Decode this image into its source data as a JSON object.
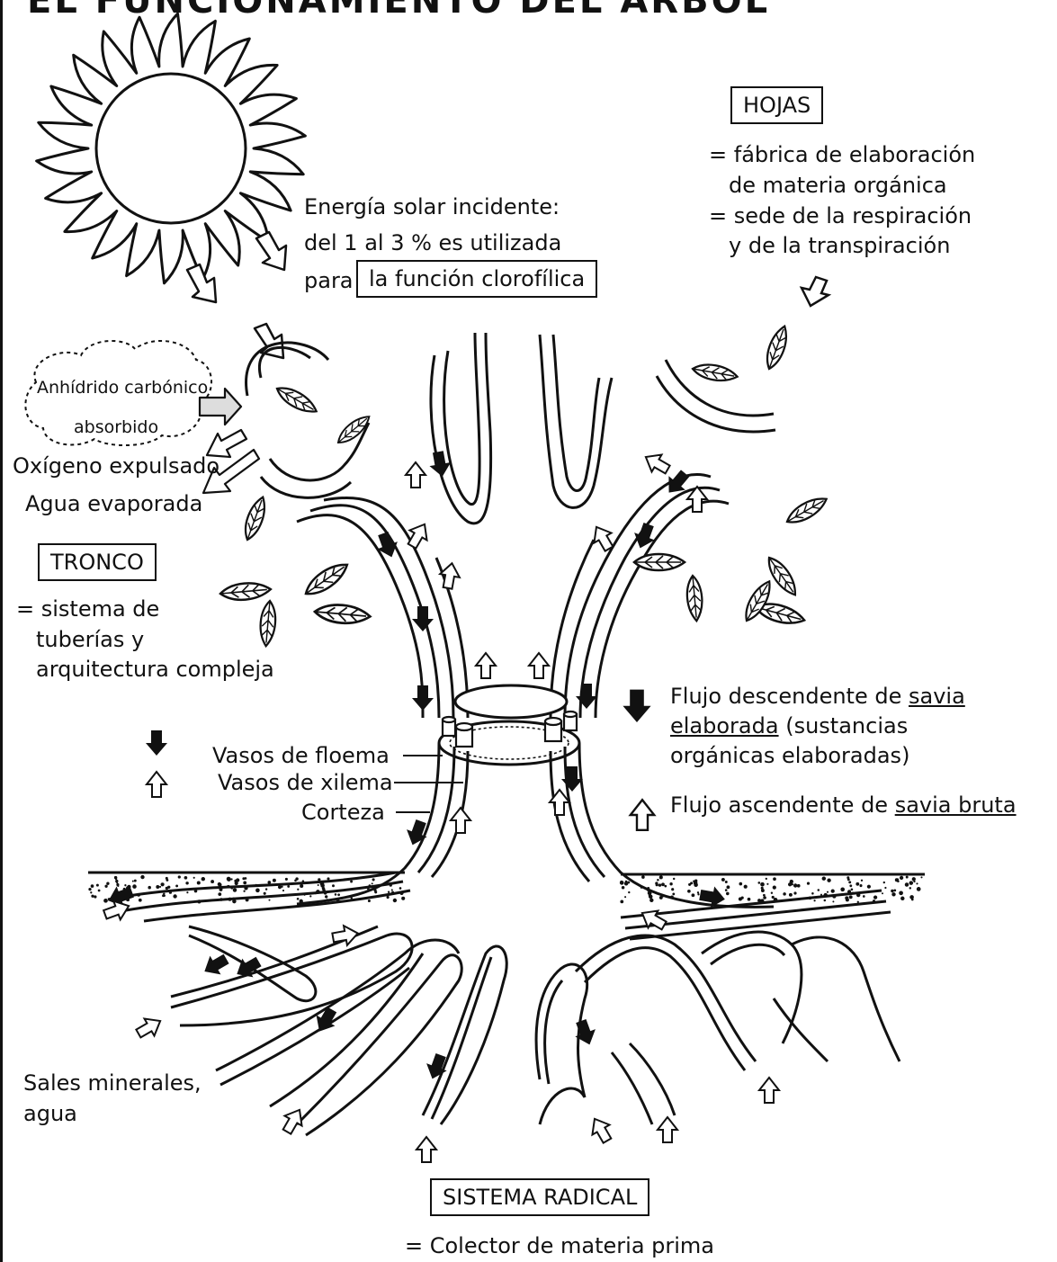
{
  "title": "EL FUNCIONAMIENTO DEL ÁRBOL",
  "sun": {
    "line1": "Energía solar incidente:",
    "line2": "del 1 al 3 % es utilizada",
    "line3_prefix": "para",
    "line3_box": "la función clorofílica"
  },
  "leaf_gas": {
    "cloud_line1": "Anhídrido carbónico",
    "cloud_line2": "absorbido",
    "oxygen": "Oxígeno expulsado",
    "water": "Agua evaporada"
  },
  "hojas": {
    "label": "HOJAS",
    "line1": "= fábrica de elaboración",
    "line2": "de materia orgánica",
    "line3": "= sede de la respiración",
    "line4": "y de la transpiración"
  },
  "tronco": {
    "label": "TRONCO",
    "line1": "= sistema de",
    "line2": "tuberías y",
    "line3": "arquitectura compleja"
  },
  "vessels": {
    "floema": "Vasos de floema",
    "xilema": "Vasos de xilema",
    "corteza": "Corteza"
  },
  "flow": {
    "down_pre": "Flujo descendente de",
    "down_u1": "savia",
    "down_u2": "elaborada",
    "down_post": "(sustancias",
    "down_line3": "orgánicas elaboradas)",
    "up_pre": "Flujo ascendente de",
    "up_u": "savia bruta"
  },
  "roots": {
    "sales_line1": "Sales minerales,",
    "sales_line2": "agua",
    "label": "SISTEMA RADICAL",
    "desc": "= Colector de materia prima"
  },
  "colors": {
    "ink": "#111111",
    "paper": "#ffffff"
  }
}
